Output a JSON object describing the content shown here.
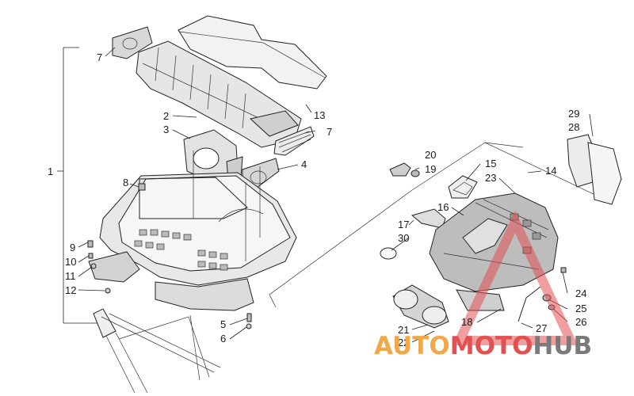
{
  "callouts": {
    "c1": "1",
    "c2": "2",
    "c3": "3",
    "c4": "4",
    "c5": "5",
    "c6": "6",
    "c7a": "7",
    "c7b": "7",
    "c8": "8",
    "c9": "9",
    "c10": "10",
    "c11": "11",
    "c12": "12",
    "c13": "13",
    "c14": "14",
    "c15": "15",
    "c16": "16",
    "c17": "17",
    "c18": "18",
    "c19": "19",
    "c20": "20",
    "c21": "21",
    "c22": "22",
    "c23": "23",
    "c24": "24",
    "c25": "25",
    "c26": "26",
    "c27": "27",
    "c28": "28",
    "c29": "29",
    "c30": "30"
  },
  "watermark": {
    "part1": "AUTO",
    "part2": "MOTO",
    "part3": "HUB",
    "color_orange": "#f0a848",
    "color_red": "#e25050",
    "color_gray": "#7a7a7a"
  }
}
